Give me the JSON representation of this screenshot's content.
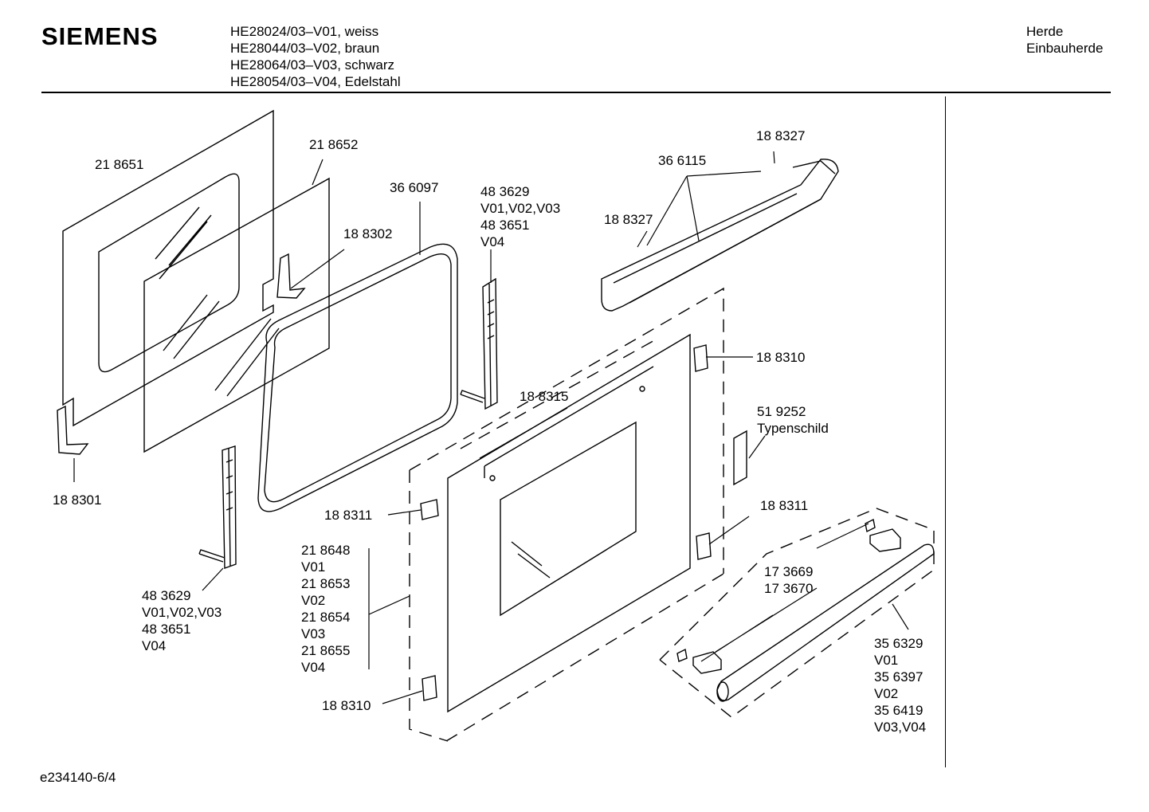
{
  "header": {
    "brand": "SIEMENS",
    "models": [
      "HE28024/03–V01, weiss",
      "HE28044/03–V02, braun",
      "HE28064/03–V03, schwarz",
      "HE28054/03–V04, Edelstahl"
    ],
    "category_line1": "Herde",
    "category_line2": "Einbauherde"
  },
  "footer": {
    "code": "e234140-6/4"
  },
  "labels": {
    "p218651": "21 8651",
    "p218652": "21 8652",
    "p366097": "36 6097",
    "p188302": "18 8302",
    "p483629_top": [
      "48 3629",
      "V01,V02,V03",
      "48 3651",
      "V04"
    ],
    "p366115": "36 6115",
    "p188327_top": "18 8327",
    "p188327_left": "18 8327",
    "p188310_right": "18 8310",
    "p188315": "18 8315",
    "p519252": [
      "51 9252",
      "Typenschild"
    ],
    "p188301": "18 8301",
    "p188311_left": "18 8311",
    "p188311_right": "18 8311",
    "p218648": [
      "21 8648",
      "V01",
      "21 8653",
      "V02",
      "21 8654",
      "V03",
      "21 8655",
      "V04"
    ],
    "p173669": [
      "17 3669",
      "17 3670"
    ],
    "p483629_bottom": [
      "48 3629",
      "V01,V02,V03",
      "48 3651",
      "V04"
    ],
    "p356329": [
      "35 6329",
      "V01",
      "35 6397",
      "V02",
      "35 6419",
      "V03,V04"
    ],
    "p188310_bottom": "18 8310"
  }
}
